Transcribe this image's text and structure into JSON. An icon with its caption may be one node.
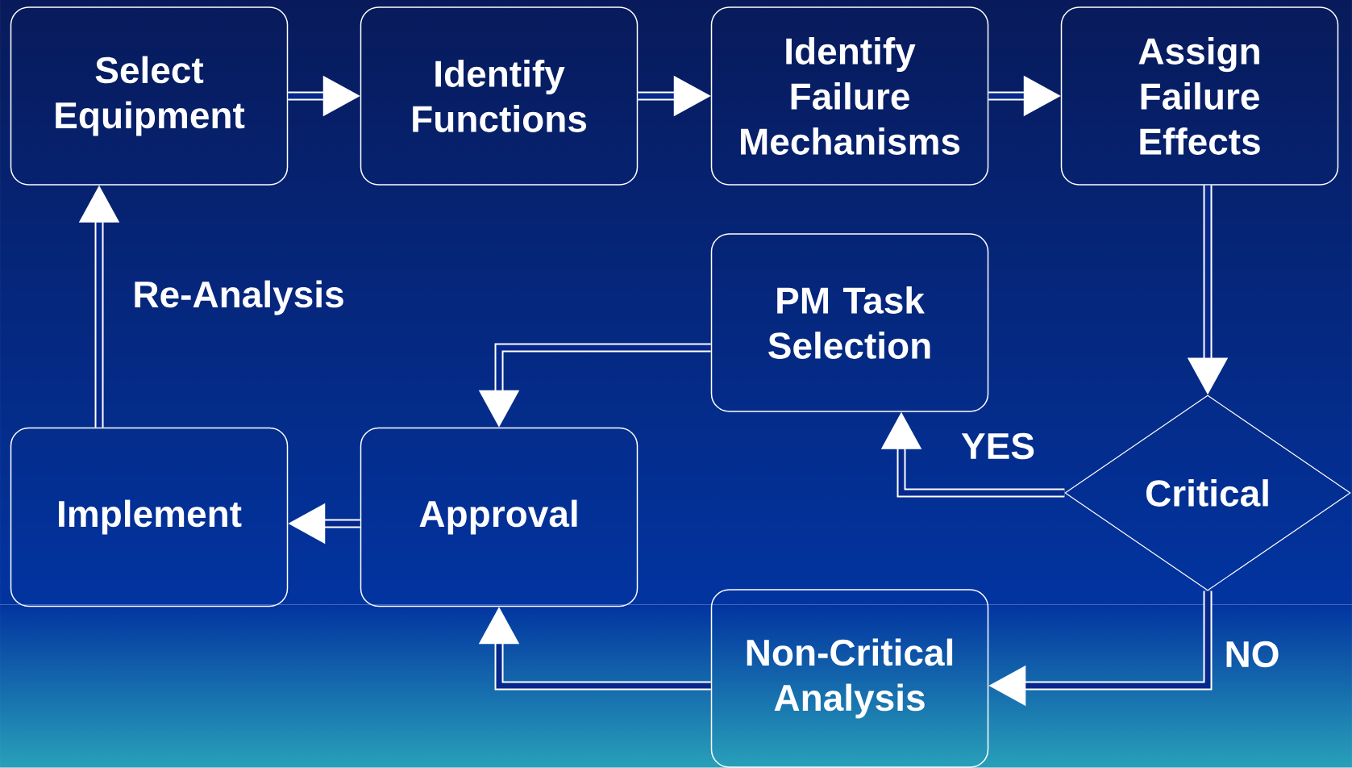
{
  "diagram": {
    "nodes": [
      {
        "text": [
          "Select Equipment"
        ]
      },
      {
        "text": [
          "Identify Functions"
        ]
      },
      {
        "text": [
          "Identify Failure Mechanisms"
        ]
      },
      {
        "text": [
          "Assign Failure Effects"
        ]
      },
      {
        "text": [
          "PM Task Selection"
        ]
      },
      {
        "text": [
          "Critical"
        ]
      },
      {
        "text": [
          "Implement"
        ]
      },
      {
        "text": [
          "Approval"
        ]
      },
      {
        "text": [
          "Non-Critical Analysis"
        ]
      }
    ],
    "edges": [
      {
        "from": 0,
        "to": 1,
        "arrow": "to"
      },
      {
        "from": 1,
        "to": 2,
        "arrow": "to"
      },
      {
        "from": 2,
        "to": 3,
        "arrow": "to"
      },
      {
        "from": 3,
        "to": 5,
        "arrow": "to"
      },
      {
        "from": 5,
        "to": 4,
        "arrow": "to",
        "label": "YES"
      },
      {
        "from": 4,
        "to": 7,
        "arrow": "to"
      },
      {
        "from": 7,
        "to": 6,
        "arrow": "to"
      },
      {
        "from": 6,
        "to": 0,
        "arrow": "to",
        "label": "Re-Analysis"
      },
      {
        "from": 5,
        "to": 8,
        "arrow": "to",
        "label": "NO"
      },
      {
        "from": 8,
        "to": 7,
        "arrow": "to"
      }
    ]
  }
}
